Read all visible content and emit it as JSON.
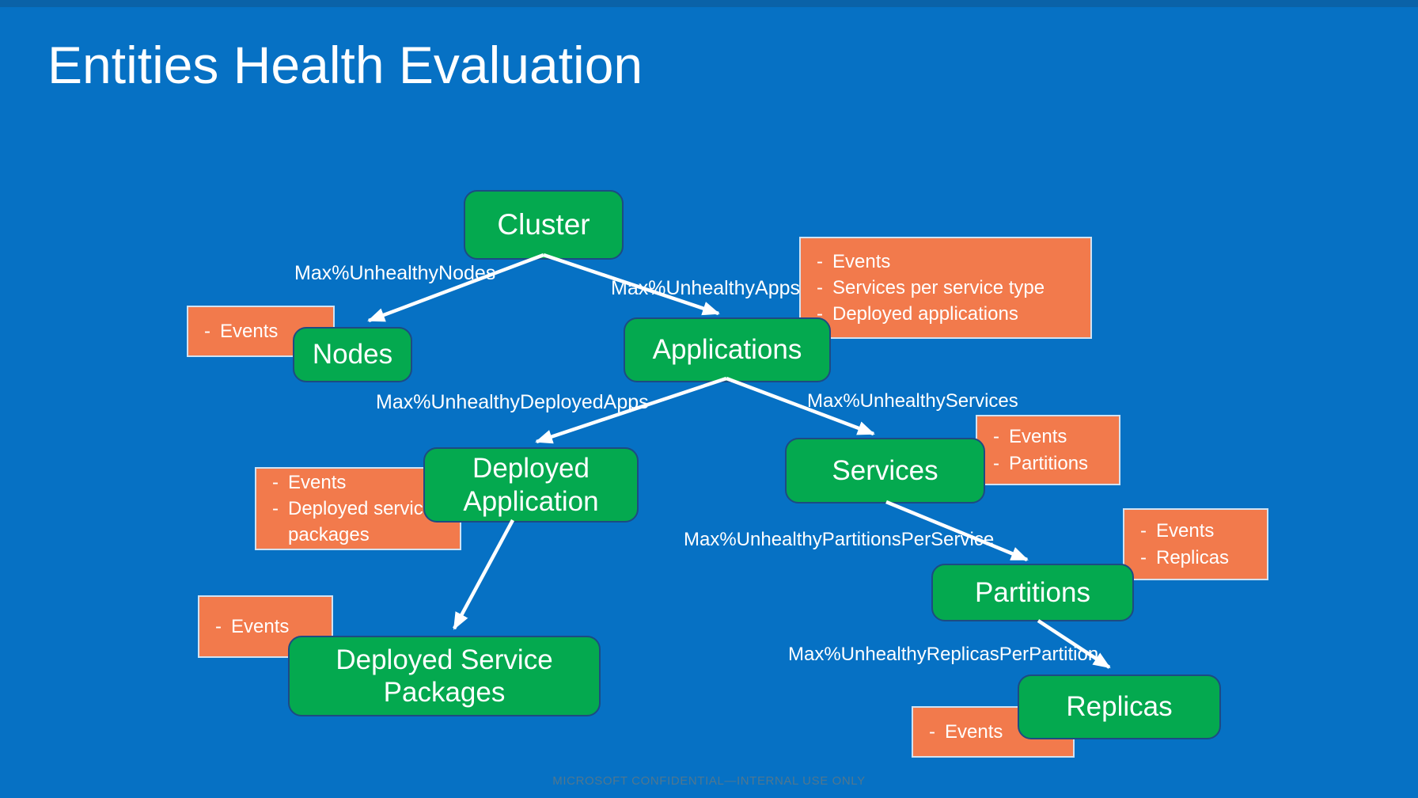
{
  "title": "Entities Health Evaluation",
  "footer": "MICROSOFT CONFIDENTIAL—INTERNAL USE ONLY",
  "bullet_char": "-",
  "colors": {
    "background": "#0671c4",
    "entity_fill": "#04a94f",
    "entity_border": "#1d4b82",
    "attribute_fill": "#f27a4c",
    "attribute_border": "#cfe2f3",
    "arrow": "#ffffff",
    "footer_text": "#50778f"
  },
  "entities": {
    "cluster": {
      "label": "Cluster"
    },
    "nodes": {
      "label": "Nodes"
    },
    "applications": {
      "label": "Applications"
    },
    "deployed_application": {
      "label": "Deployed Application"
    },
    "services": {
      "label": "Services"
    },
    "deployed_service_packages": {
      "label": "Deployed Service Packages"
    },
    "partitions": {
      "label": "Partitions"
    },
    "replicas": {
      "label": "Replicas"
    }
  },
  "attributes": {
    "nodes": {
      "items": [
        "Events"
      ]
    },
    "applications": {
      "items": [
        "Events",
        "Services per service type",
        "Deployed applications"
      ]
    },
    "deployed_application": {
      "items": [
        "Events",
        "Deployed service packages"
      ]
    },
    "services": {
      "items": [
        "Events",
        "Partitions"
      ]
    },
    "partitions": {
      "items": [
        "Events",
        "Replicas"
      ]
    },
    "deployed_service_packages": {
      "items": [
        "Events"
      ]
    },
    "replicas": {
      "items": [
        "Events"
      ]
    }
  },
  "edge_labels": {
    "unhealthy_nodes": "Max%UnhealthyNodes",
    "unhealthy_apps": "Max%UnhealthyApps",
    "unhealthy_deployed_apps": "Max%UnhealthyDeployedApps",
    "unhealthy_services": "Max%UnhealthyServices",
    "unhealthy_partitions": "Max%UnhealthyPartitionsPerService",
    "unhealthy_replicas": "Max%UnhealthyReplicasPerPartition"
  }
}
